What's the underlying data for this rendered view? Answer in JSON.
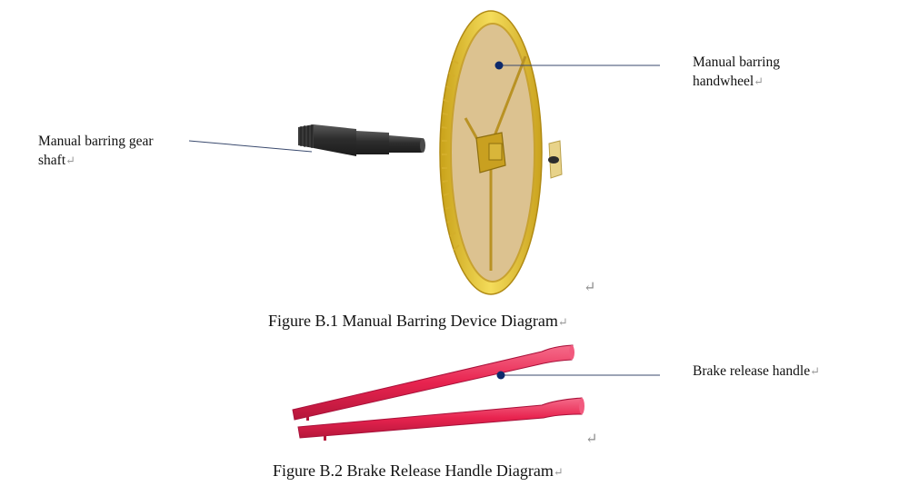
{
  "figure_b1": {
    "caption": "Figure B.1 Manual Barring Device Diagram",
    "labels": {
      "gear_shaft_line1": "Manual barring gear",
      "gear_shaft_line2": "shaft",
      "handwheel_line1": "Manual barring",
      "handwheel_line2": "handwheel"
    }
  },
  "figure_b2": {
    "caption": "Figure B.2 Brake Release Handle Diagram",
    "labels": {
      "brake_handle": "Brake release handle"
    }
  },
  "marks": {
    "return_mark": "↵"
  },
  "colors": {
    "handwheel_gold": "#e8c23a",
    "handwheel_face": "#dcc290",
    "shaft_dark": "#3c3c3c",
    "handle_red": "#e8234f",
    "leader_dot": "#0d2a6b"
  }
}
